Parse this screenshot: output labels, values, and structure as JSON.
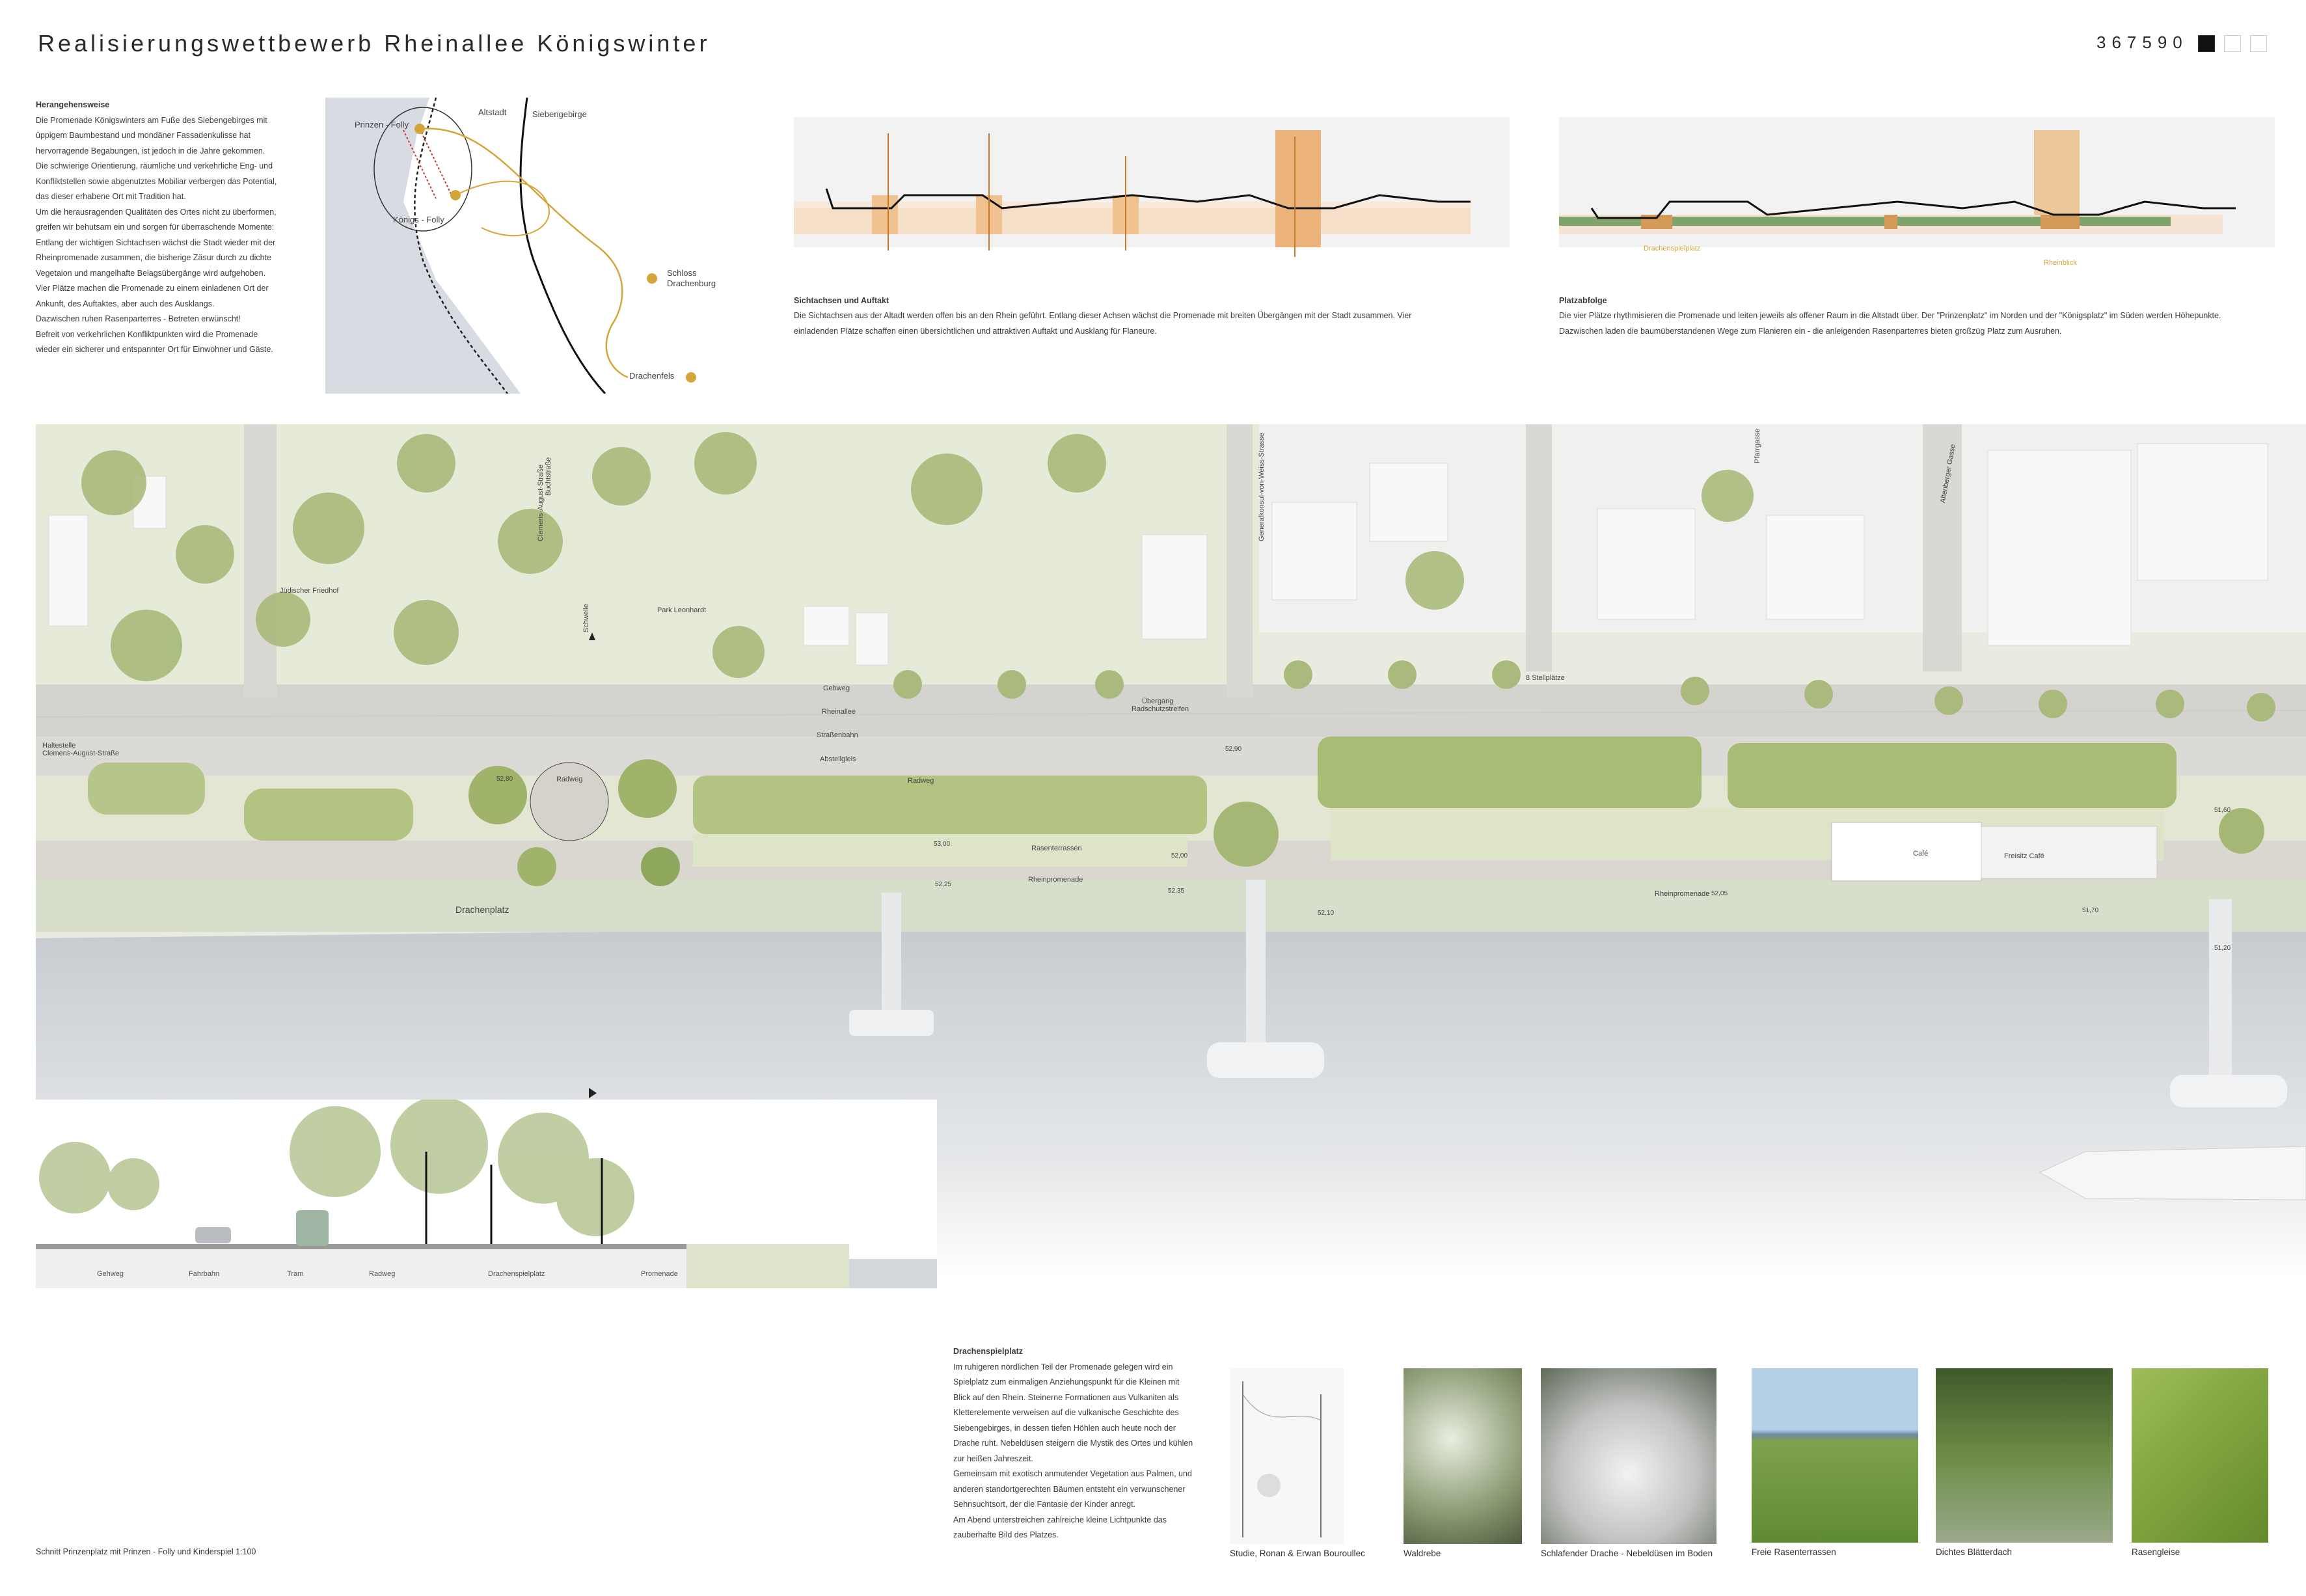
{
  "header": {
    "title": "Realisierungswettbewerb Rheinallee Königswinter",
    "entry_code": "367590",
    "squares": [
      "filled",
      "empty",
      "empty"
    ]
  },
  "intro": {
    "heading": "Herangehensweise",
    "lines": [
      "Die Promenade Königswinters am Fuße des Siebengebirges mit",
      "üppigem Baumbestand und mondäner Fassadenkulisse hat",
      "hervorragende Begabungen, ist jedoch in die Jahre gekommen.",
      "Die schwierige Orientierung, räumliche und verkehrliche Eng- und",
      "Konfliktstellen sowie abgenutztes Mobiliar verbergen das Potential,",
      "das dieser erhabene Ort mit Tradition hat.",
      "Um die herausragenden Qualitäten des Ortes nicht zu überformen,",
      "greifen wir behutsam ein und sorgen für überraschende Momente:",
      "Entlang der wichtigen Sichtachsen wächst die Stadt wieder mit der",
      "Rheinpromenade zusammen, die bisherige Zäsur durch zu dichte",
      "Vegetaion und mangelhafte Belagsübergänge wird aufgehoben.",
      "Vier Plätze machen die Promenade zu einem einladenen Ort der",
      "Ankunft, des Auftaktes, aber auch des Ausklangs.",
      "Dazwischen ruhen Rasenparterres - Betreten erwünscht!",
      "Befreit von verkehrlichen Konfliktpunkten wird die Promenade",
      "wieder ein sicherer und entspannter Ort für Einwohner und Gäste."
    ]
  },
  "location_map": {
    "labels": {
      "prinzen_folly": "Prinzen - Folly",
      "altstadt": "Altstadt",
      "siebengebirge": "Siebengebirge",
      "koenigs_folly": "Königs - Folly",
      "schloss": [
        "Schloss",
        "Drachenburg"
      ],
      "drachenfels": "Drachenfels"
    }
  },
  "diagram_axes": {
    "title": "Sichtachsen und Auftakt",
    "lines": [
      "Die Sichtachsen aus der Altadt werden offen bis an den Rhein geführt. Entlang dieser Achsen wächst die Promenade mit breiten Übergängen mit der Stadt zusammen. Vier",
      "einladenden Plätze schaffen einen übersichtlichen und attraktiven Auftakt und Ausklang für Flaneure."
    ]
  },
  "diagram_squares": {
    "title": "Platzabfolge",
    "lines": [
      "Die vier Plätze rhythmisieren die Promenade und leiten jeweils als offener Raum in die Altstadt über.  Der \"Prinzenplatz\" im Norden und der \"Königsplatz\" im Süden werden Höhepunkte.",
      "Dazwischen laden die baumüberstandenen Wege zum Flanieren ein - die anleigenden Rasenparterres bieten großzüg Platz zum Ausruhen."
    ],
    "label_left": "Drachenspielplatz",
    "label_right": "Rheinblick"
  },
  "site_plan": {
    "labels": {
      "juedischer_friedhof": "Jüdischer Friedhof",
      "park_leonhardt": "Park Leonhardt",
      "clemens_august": "Clemens-August-Straße",
      "buchtstrasse": "Buchtstraße",
      "generalkonsul": "Generalkonsul-von-Weiss-Strasse",
      "pfarrgasse": "Pfarrgasse",
      "altenberger_gasse": "Altenberger Gasse",
      "haltestelle": [
        "Haltestelle",
        "Clemens-August-Straße"
      ],
      "gehweg": "Gehweg",
      "rheinallee": "Rheinallee",
      "strassenbahn": "Straßenbahn",
      "abstellgleis": "Abstellgleis",
      "radweg": "Radweg",
      "radweg2": "Radweg",
      "uebergang": [
        "Übergang",
        "Radschutzstreifen"
      ],
      "stellplaetze": "8 Stellplätze",
      "rasenterrassen": "Rasenterrassen",
      "rheinpromenade": "Rheinpromenade",
      "rheinpromenade2": "Rheinpromenade",
      "cafe": "Café",
      "freisitz": "Freisitz Café",
      "drachenplatz": "Drachenplatz",
      "schwelle": "Schwelle",
      "elev": [
        "52,80",
        "52,90",
        "53,00",
        "52,00",
        "52,25",
        "52,35",
        "52,10",
        "52,05",
        "51,70",
        "51,20",
        "51,60"
      ]
    }
  },
  "section": {
    "caption": "Schnitt Prinzenplatz mit Prinzen - Folly und Kinderspiel 1:100",
    "labels": [
      "Gehweg",
      "Fahrbahn",
      "Tram",
      "Radweg",
      "Drachenspielplatz",
      "Promenade"
    ]
  },
  "drachenspielplatz": {
    "title": "Drachenspielplatz",
    "lines": [
      "Im ruhigeren nördlichen Teil der Promenade gelegen wird ein",
      "Spielplatz zum einmaligen Anziehungspunkt für die Kleinen mit",
      "Blick auf den Rhein. Steinerne Formationen aus Vulkaniten als",
      "Kletterelemente verweisen auf die vulkanische Geschichte des",
      "Siebengebirges, in dessen tiefen Höhlen auch heute noch der",
      "Drache ruht. Nebeldüsen steigern die Mystik des Ortes und kühlen",
      "zur heißen Jahreszeit.",
      "Gemeinsam mit exotisch anmutender Vegetation aus Palmen, und",
      "anderen standortgerechten Bäumen entsteht ein verwunschener",
      "Sehnsuchtsort, der die Fantasie der Kinder anregt.",
      "Am Abend unterstreichen zahlreiche kleine Lichtpunkte das",
      "zauberhafte Bild des Platzes."
    ]
  },
  "photos": [
    {
      "caption": "Studie, Ronan & Erwan Bouroullec"
    },
    {
      "caption": "Waldrebe"
    },
    {
      "caption": "Schlafender Drache - Nebeldüsen im Boden"
    },
    {
      "caption": "Freie Rasenterrassen"
    },
    {
      "caption": "Dichtes Blätterdach"
    },
    {
      "caption": "Rasengleise"
    }
  ],
  "colors": {
    "accent": "#d4a53a",
    "water": "#c8ccd0",
    "lawn": "#dde4c8",
    "tree": "#9fb36a",
    "paving": "#d9d6d0"
  }
}
